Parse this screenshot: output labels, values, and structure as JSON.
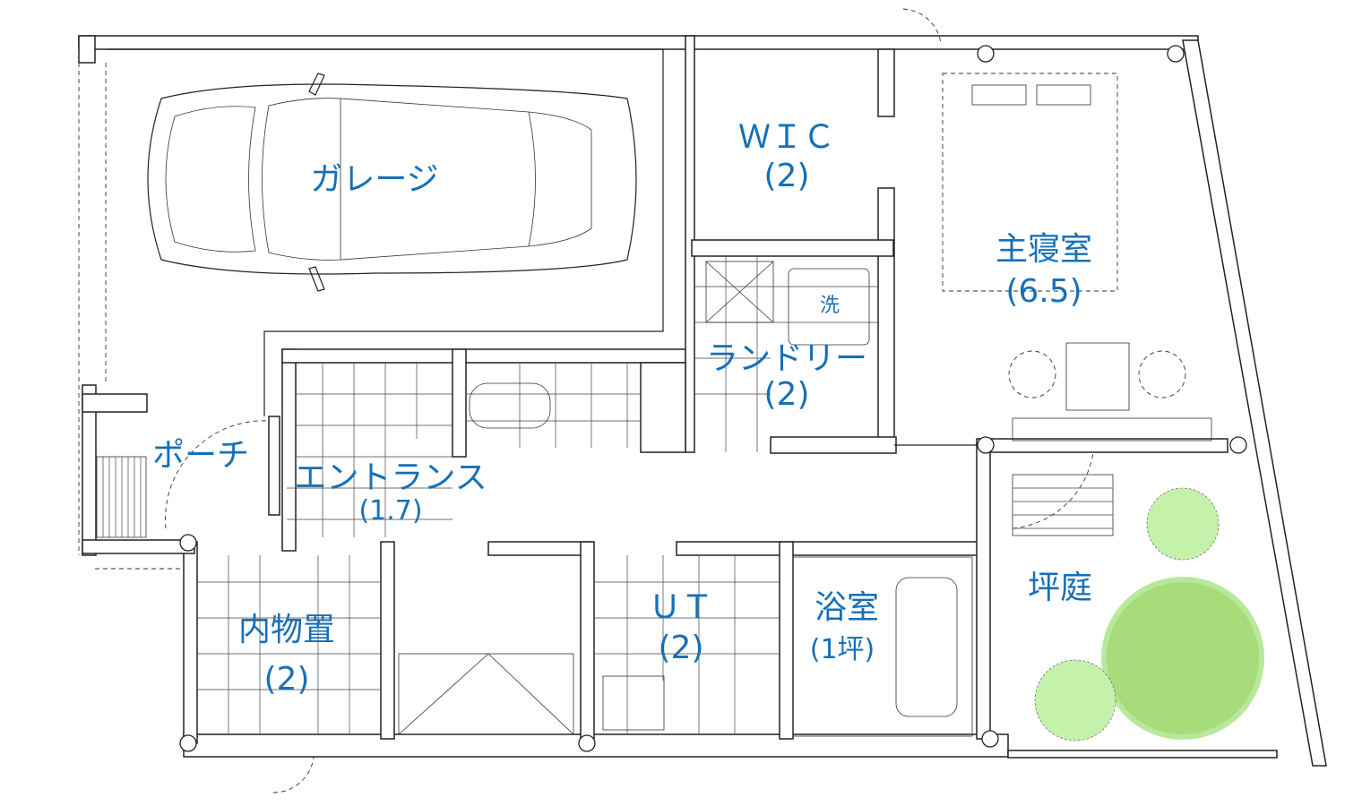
{
  "plan": {
    "rooms": {
      "garage": {
        "name": "ガレージ"
      },
      "wic": {
        "name": "ＷＩＣ",
        "size": "(2)"
      },
      "master_bedroom": {
        "name": "主寝室",
        "size": "(6.5)"
      },
      "washer": {
        "name": "洗"
      },
      "laundry": {
        "name": "ランドリー",
        "size": "(2)"
      },
      "porch": {
        "name": "ポーチ"
      },
      "entrance": {
        "name": "エントランス",
        "size": "(1.7)"
      },
      "storage": {
        "name": "内物置",
        "size": "(2)"
      },
      "ut": {
        "name": "ＵＴ",
        "size": "(2)"
      },
      "bathroom": {
        "name": "浴室",
        "size": "(1坪)"
      },
      "courtyard": {
        "name": "坪庭"
      }
    },
    "colors": {
      "label": "#1670b8",
      "wall": "#222222",
      "tree_light": "#b8f0a0",
      "tree_dark": "#a0dc78"
    }
  }
}
